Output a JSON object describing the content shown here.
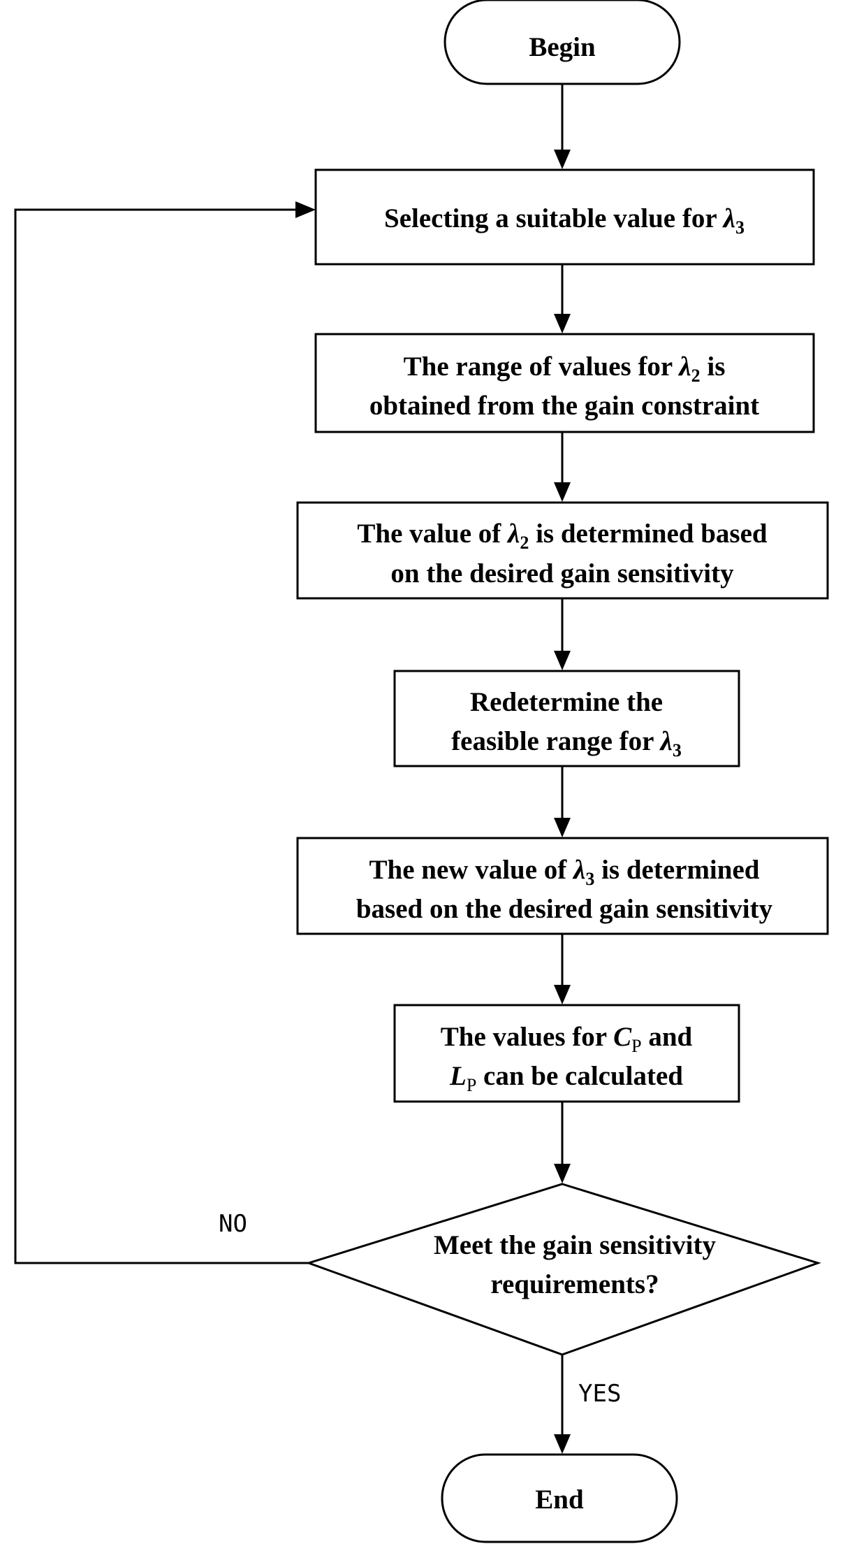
{
  "nodes": {
    "begin": {
      "label": "Begin"
    },
    "select_lambda3": {
      "text": "Selecting a suitable value for ",
      "symbol": "λ",
      "subscript": "3"
    },
    "range_lambda2": {
      "line1_pre": "The range of values for ",
      "line1_symbol": "λ",
      "line1_subscript": "2",
      "line1_post": " is",
      "line2": "obtained from the gain constraint"
    },
    "value_lambda2": {
      "line1_pre": "The value of ",
      "line1_symbol": "λ",
      "line1_subscript": "2",
      "line1_post": " is determined based",
      "line2": "on the desired gain sensitivity"
    },
    "redetermine": {
      "line1": "Redetermine the",
      "line2_pre": "feasible range for ",
      "line2_symbol": "λ",
      "line2_subscript": "3"
    },
    "new_lambda3": {
      "line1_pre": "The new value of ",
      "line1_symbol": "λ",
      "line1_subscript": "3",
      "line1_post": " is determined",
      "line2": "based on the desired gain sensitivity"
    },
    "calc_cp_lp": {
      "line1_pre": "The values for ",
      "line1_symbol": "C",
      "line1_subscript": "P",
      "line1_post": " and",
      "line2_symbol": "L",
      "line2_subscript": "P",
      "line2_post": " can be calculated"
    },
    "decision": {
      "line1": "Meet the gain sensitivity",
      "line2": "requirements?"
    },
    "end": {
      "label": "End"
    }
  },
  "edges": {
    "no_label": "NO",
    "yes_label": "YES"
  },
  "colors": {
    "stroke": "#000000",
    "fill": "#ffffff",
    "text": "#000000"
  }
}
